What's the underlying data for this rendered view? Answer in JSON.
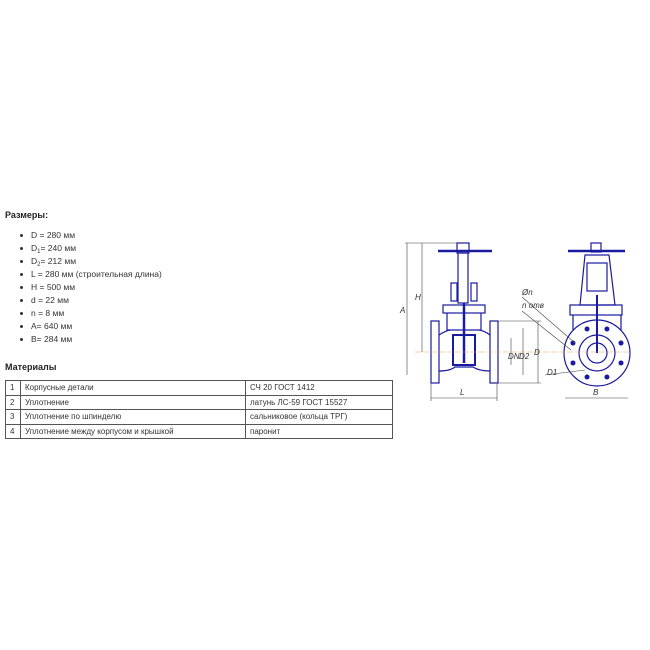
{
  "dimensions": {
    "heading": "Размеры:",
    "items": [
      {
        "label": "D",
        "sub": "",
        "value": " = 280 мм"
      },
      {
        "label": "D",
        "sub": "1",
        "value": "= 240 мм"
      },
      {
        "label": "D",
        "sub": "2",
        "value": "= 212 мм"
      },
      {
        "label": "L",
        "sub": "",
        "value": " = 280 мм (строительная длина)"
      },
      {
        "label": "H",
        "sub": "",
        "value": " = 500 мм"
      },
      {
        "label": "d",
        "sub": "",
        "value": " = 22 мм"
      },
      {
        "label": "n",
        "sub": "",
        "value": " = 8 мм"
      },
      {
        "label": "A",
        "sub": "",
        "value": "= 640 мм"
      },
      {
        "label": "B",
        "sub": "",
        "value": "= 284 мм"
      }
    ]
  },
  "materials": {
    "heading": "Материалы",
    "rows": [
      {
        "n": "1",
        "part": "Корпусные детали",
        "material": "СЧ 20 ГОСТ 1412"
      },
      {
        "n": "2",
        "part": "Уплотнение",
        "material": "латунь ЛС-59 ГОСТ 15527"
      },
      {
        "n": "3",
        "part": "Уплотнение по шпинделю",
        "material": "сальниковое (кольца ТРГ)"
      },
      {
        "n": "4",
        "part": "Уплотнение между корпусом и крышкой",
        "material": "паронит"
      }
    ]
  },
  "drawing": {
    "labels": {
      "A": "A",
      "H": "H",
      "L": "L",
      "DN": "DN",
      "D2": "D2",
      "D": "D",
      "B": "B",
      "dn": "Øn",
      "holes": "n отв",
      "D1": "D1"
    },
    "line_color": "#1a1aa0"
  }
}
